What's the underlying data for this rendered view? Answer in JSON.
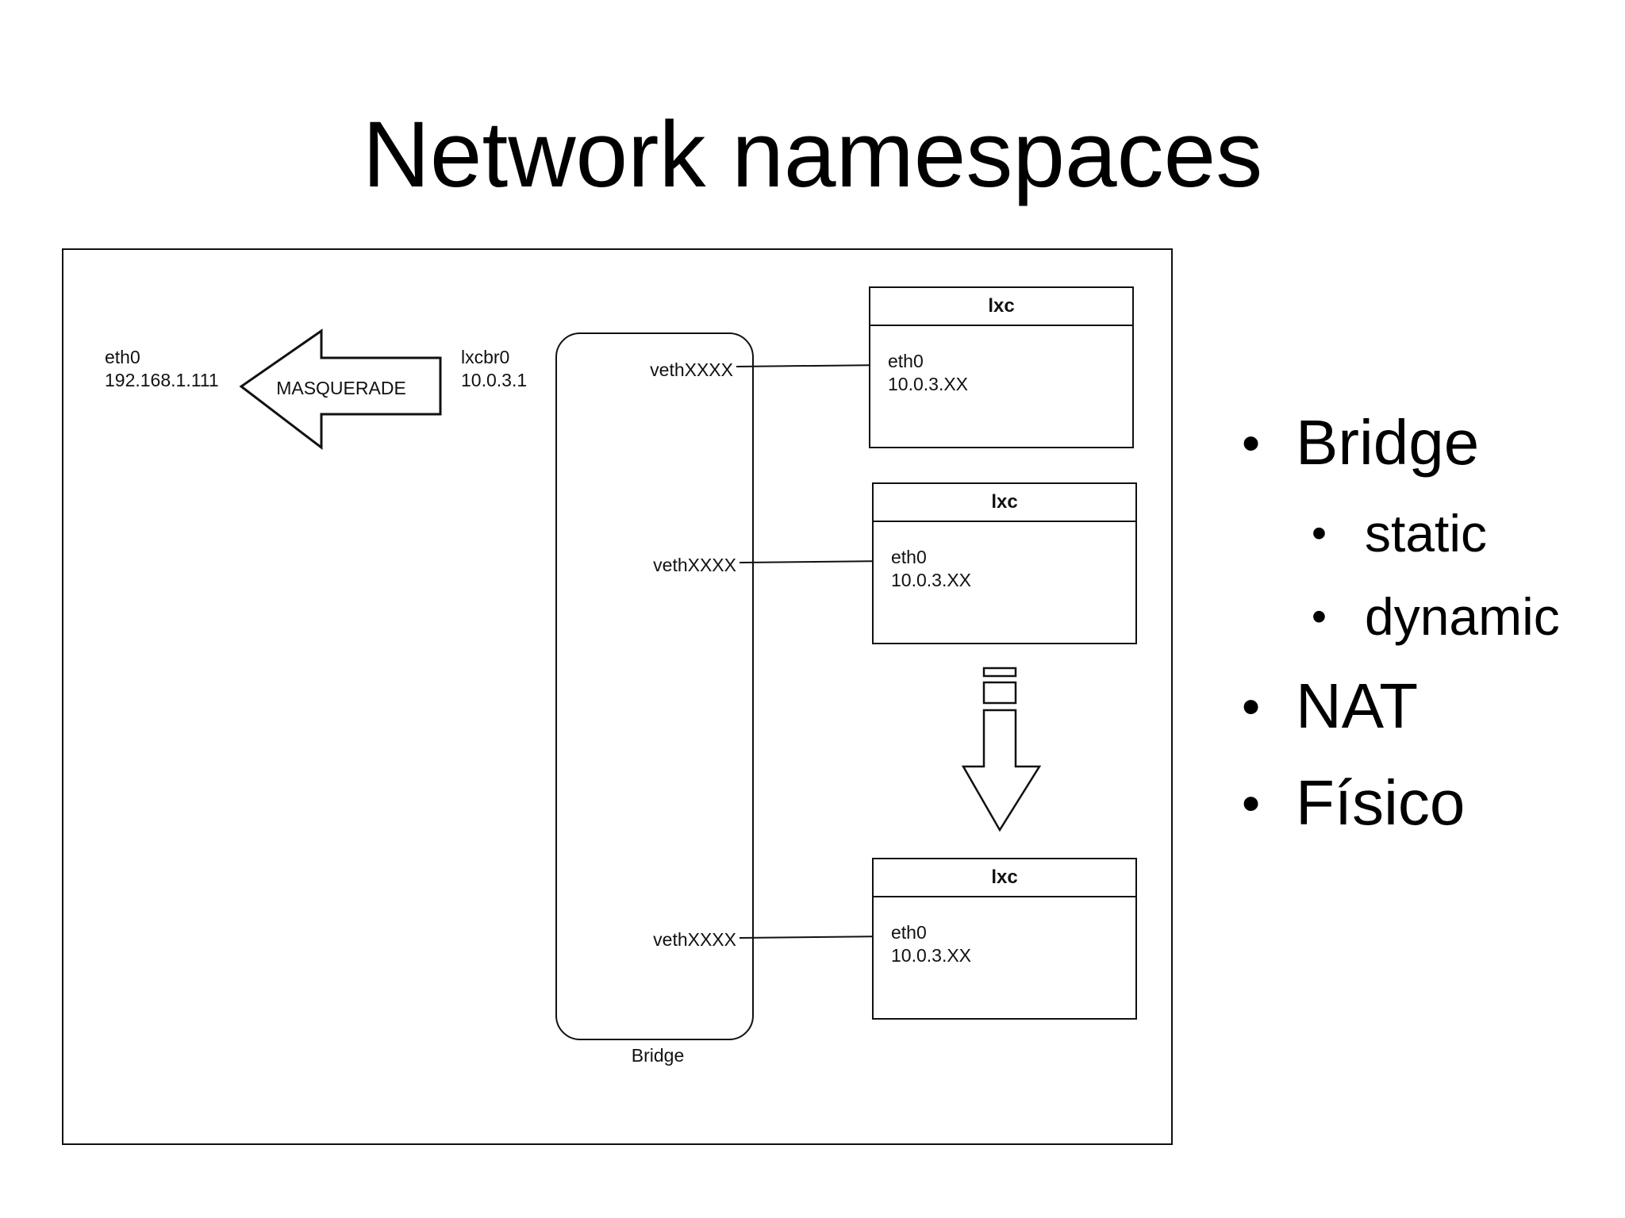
{
  "slide": {
    "title": "Network namespaces"
  },
  "diagram": {
    "host": {
      "iface": "eth0",
      "ip": "192.168.1.111"
    },
    "masquerade_label": "MASQUERADE",
    "lxcbr": {
      "iface": "lxcbr0",
      "ip": "10.0.3.1"
    },
    "bridge_label": "Bridge",
    "veth": [
      "vethXXXX",
      "vethXXXX",
      "vethXXXX"
    ],
    "containers": [
      {
        "title": "lxc",
        "iface": "eth0",
        "ip": "10.0.3.XX"
      },
      {
        "title": "lxc",
        "iface": "eth0",
        "ip": "10.0.3.XX"
      },
      {
        "title": "lxc",
        "iface": "eth0",
        "ip": "10.0.3.XX"
      }
    ]
  },
  "bullets": [
    {
      "level": 1,
      "text": "Bridge"
    },
    {
      "level": 2,
      "text": "static"
    },
    {
      "level": 2,
      "text": "dynamic"
    },
    {
      "level": 1,
      "text": "NAT"
    },
    {
      "level": 1,
      "text": "Físico"
    }
  ]
}
